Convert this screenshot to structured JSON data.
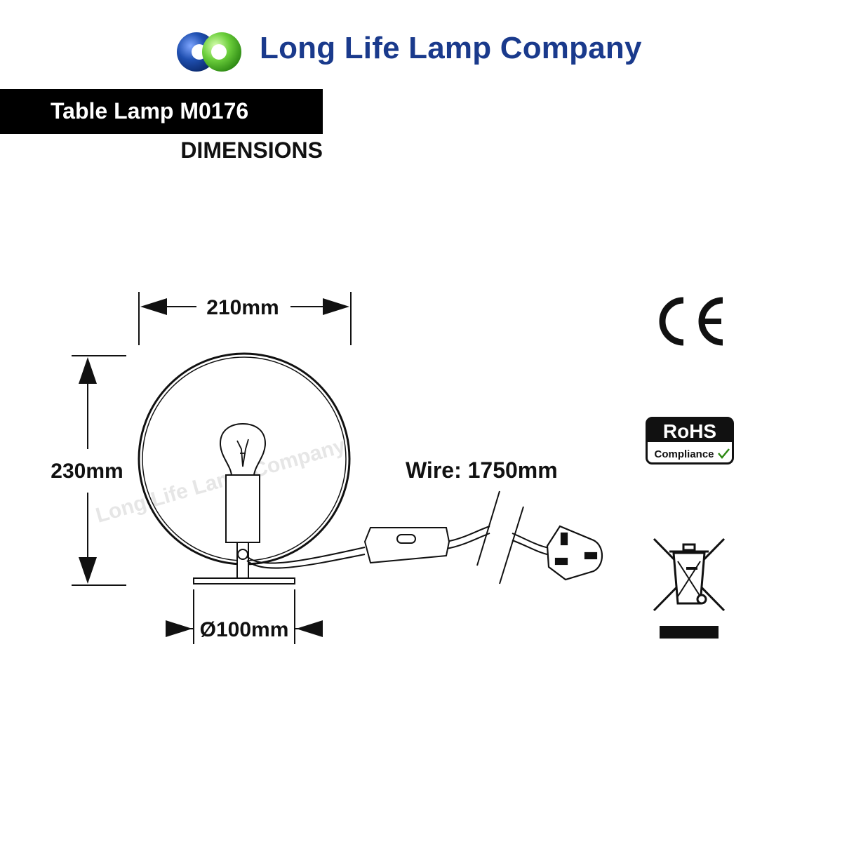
{
  "header": {
    "company_name": "Long Life Lamp Company",
    "logo_icon": "two-circle-logo-icon",
    "brand_colors": {
      "text": "#1a3a8c",
      "blue": "#1f4fb0",
      "green": "#6ccf3c"
    }
  },
  "product": {
    "title": "Table Lamp M0176",
    "section": "DIMENSIONS"
  },
  "dimensions": {
    "width": "210mm",
    "height": "230mm",
    "base_diameter": "Ø100mm",
    "wire": "Wire: 1750mm"
  },
  "watermark": "Long Life Lamp Company",
  "certifications": {
    "ce": "CE",
    "rohs_title": "RoHS",
    "rohs_sub": "Compliance",
    "weee_icon": "crossed-out-wheelie-bin-icon"
  }
}
